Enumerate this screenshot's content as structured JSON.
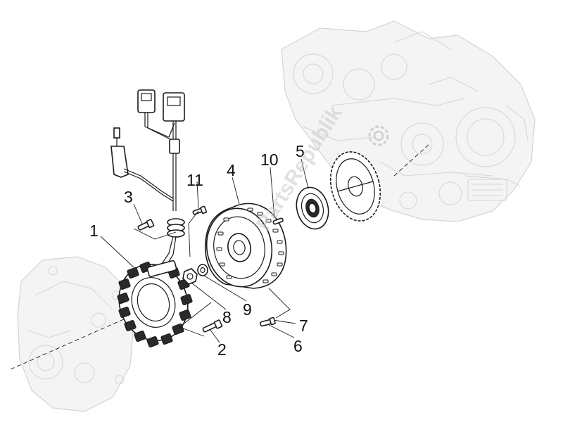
{
  "diagram": {
    "part_numbers": [
      "1",
      "2",
      "3",
      "4",
      "5",
      "6",
      "7",
      "8",
      "9",
      "10",
      "11"
    ],
    "watermark": "PartsRepublik",
    "icons": [
      "gear-icon"
    ]
  }
}
